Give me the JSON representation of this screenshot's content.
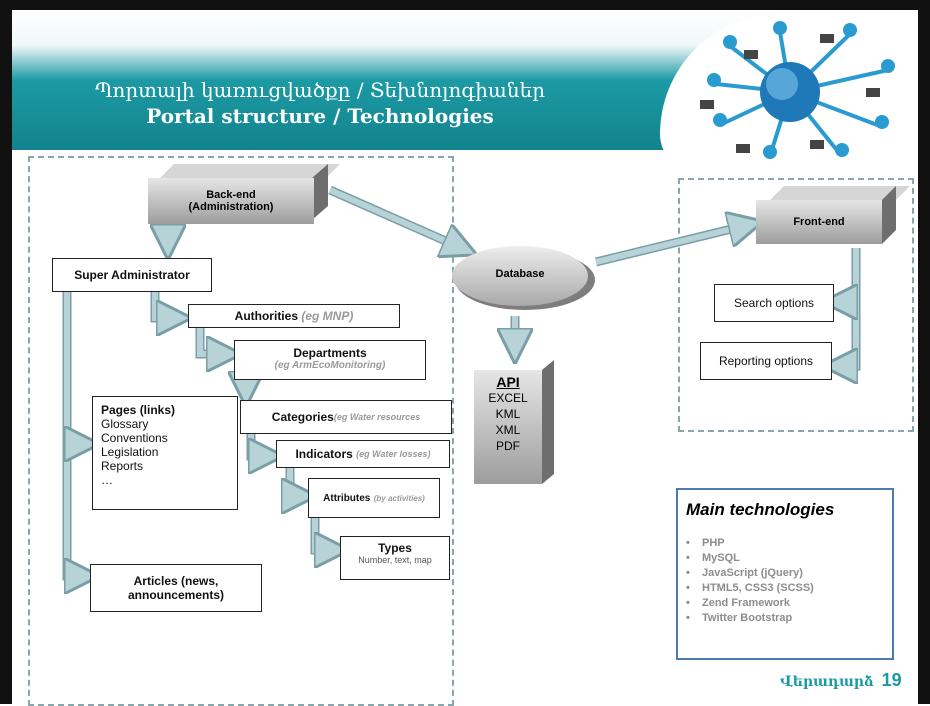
{
  "slide": {
    "title_arm": "Պորտալի կառուցվածքը  / Տեխնոլոգիաներ",
    "title_en": "Portal structure / Technologies",
    "footer_label": "Վերադարձ",
    "page_number": "19"
  },
  "diagram": {
    "backend": "Back-end\n(Administration)",
    "super_admin": "Super Administrator",
    "authorities": {
      "label": "Authorities",
      "example": "(eg  MNP)"
    },
    "departments": {
      "label": "Departments",
      "example": "(eg ArmEcoMonitoring)"
    },
    "categories": {
      "label": "Categories",
      "example": "(eg Water resources"
    },
    "indicators": {
      "label": "Indicators",
      "example": "(eg Water losses)"
    },
    "attributes": {
      "label": "Attributes",
      "example": "(by activities)"
    },
    "types": {
      "label": "Types",
      "example": "Number, text, map"
    },
    "pages": {
      "title": "Pages (links)",
      "items": [
        "Glossary",
        "Conventions",
        "Legislation",
        "Reports",
        "…"
      ]
    },
    "articles": "Articles (news,\nannouncements)",
    "database": "Database",
    "api": {
      "title": "API",
      "items": [
        "EXCEL",
        "KML",
        "XML",
        "PDF"
      ]
    },
    "frontend": "Front-end",
    "search": "Search options",
    "reporting": "Reporting options"
  },
  "technologies": {
    "title": "Main technologies",
    "items": [
      "PHP",
      "MySQL",
      "JavaScript (jQuery)",
      "HTML5, CSS3 (SCSS)",
      "Zend Framework",
      "Twitter Bootstrap"
    ]
  },
  "colors": {
    "accent": "#1c9aa4",
    "arrow": "#b7d3d8",
    "arrow_border": "#7a9ea6"
  }
}
